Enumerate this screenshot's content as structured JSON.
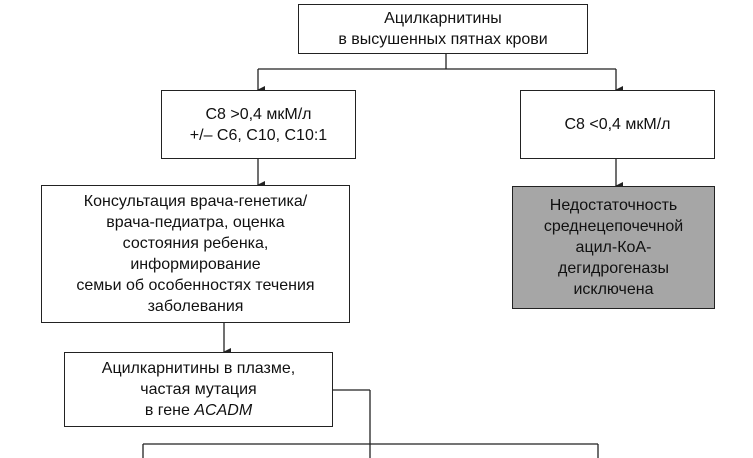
{
  "flowchart": {
    "top": {
      "line1": "Ацилкарнитины",
      "line2": "в высушенных пятнах крови"
    },
    "left_test": {
      "line1": "С8 >0,4 мкМ/л",
      "line2": "+/– С6, С10, С10:1"
    },
    "right_test": {
      "line1": "С8 <0,4 мкМ/л"
    },
    "consultation": {
      "line1": "Консультация врача-генетика/",
      "line2": "врача-педиатра, оценка",
      "line3": "состояния ребенка,",
      "line4": "информирование",
      "line5": "семьи об особенностях течения",
      "line6": "заболевания"
    },
    "excluded": {
      "line1": "Недостаточность",
      "line2": "среднецепочечной",
      "line3": "ацил-КоА-",
      "line4": "дегидрогеназы",
      "line5": "исключена"
    },
    "plasma": {
      "line1": "Ацилкарнитины в плазме,",
      "line2": "частая мутация",
      "line3_prefix": "в гене ",
      "line3_gene": "ACADM"
    }
  },
  "colors": {
    "line": "#222222",
    "excluded_fill": "#a6a6a6"
  }
}
